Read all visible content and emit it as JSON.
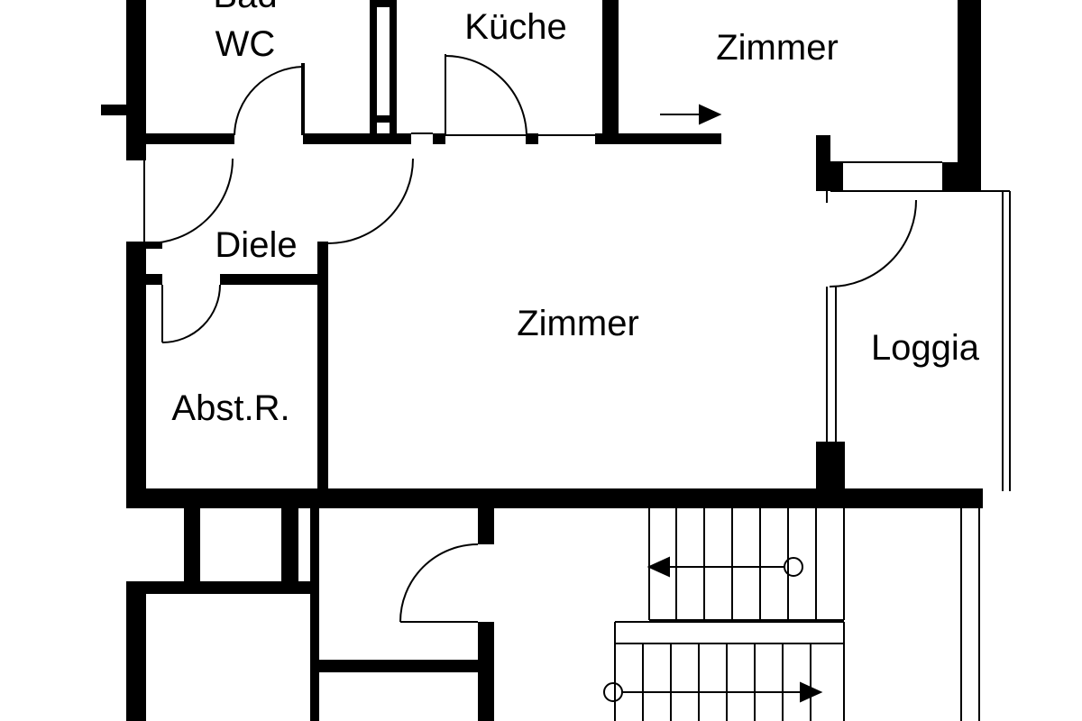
{
  "rooms": {
    "bad": "Bad",
    "wc": "WC",
    "kueche": "Küche",
    "zimmer_top": "Zimmer",
    "diele": "Diele",
    "zimmer_main": "Zimmer",
    "abstellraum": "Abst.R.",
    "loggia": "Loggia"
  },
  "colors": {
    "wall": "#000000",
    "background": "#ffffff"
  }
}
